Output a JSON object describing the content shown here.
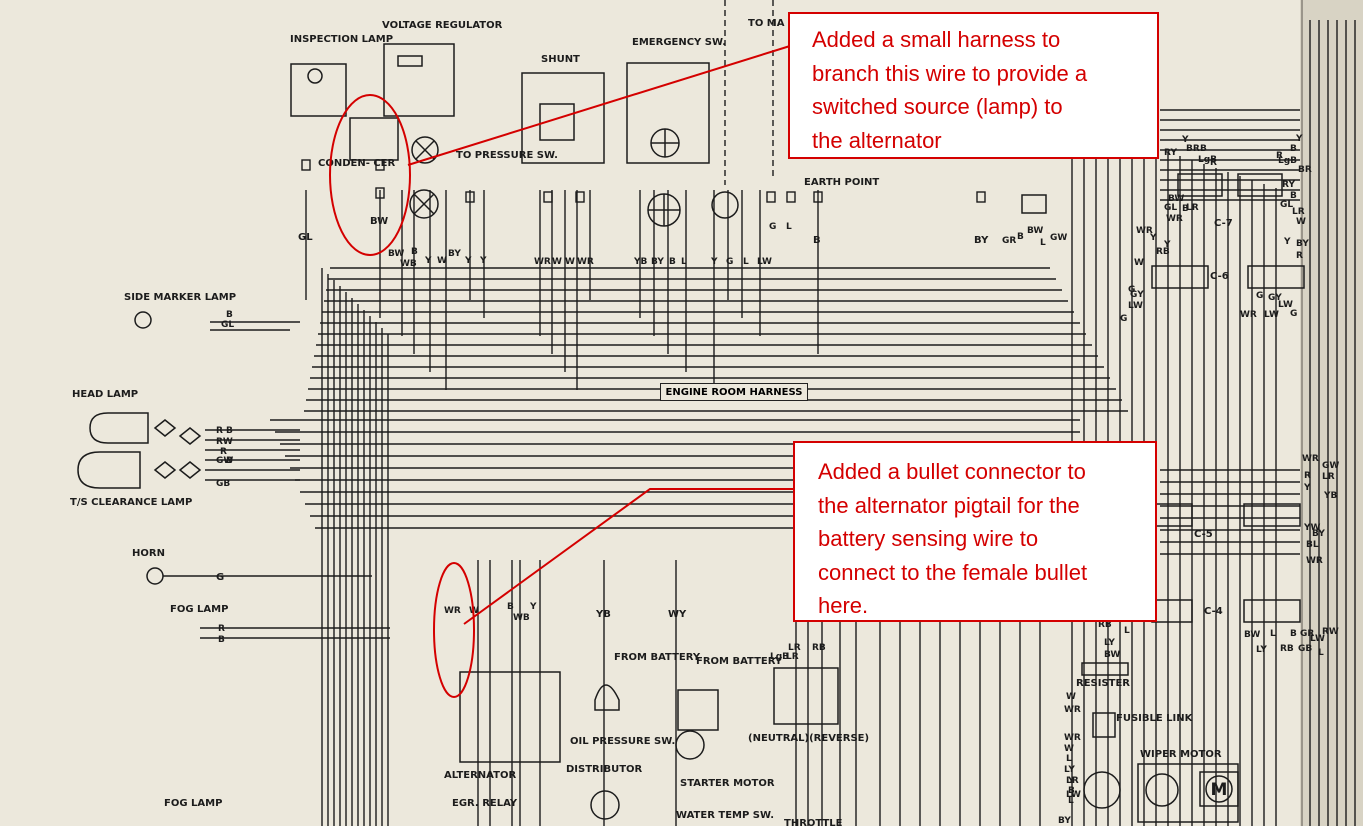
{
  "diagram": {
    "components": {
      "inspection_lamp": "INSPECTION LAMP",
      "voltage_regulator": "VOLTAGE REGULATOR",
      "shunt": "SHUNT",
      "emergency_sw": "EMERGENCY SW.",
      "to_main": "TO MA",
      "to_pressure_sw": "TO PRESSURE SW.",
      "condenser": "CONDEN- CER",
      "earth_point": "EARTH POINT",
      "side_marker_lamp": "SIDE MARKER LAMP",
      "head_lamp": "HEAD LAMP",
      "ts_clearance_lamp": "T/S CLEARANCE LAMP",
      "horn": "HORN",
      "fog_lamp_1": "FOG LAMP",
      "fog_lamp_2": "FOG LAMP",
      "engine_room_harness": "ENGINE ROOM HARNESS",
      "alternator": "ALTERNATOR",
      "egr_relay": "EGR. RELAY",
      "oil_pressure_sw": "OIL PRESSURE SW.",
      "distributor": "DISTRIBUTOR",
      "from_battery_1": "FROM BATTERY",
      "from_battery_2": "FROM BATTERY",
      "starter_motor": "STARTER MOTOR",
      "water_temp_sw": "WATER TEMP SW.",
      "throttle": "THROTTLE",
      "neutral_reverse": "(NEUTRAL)(REVERSE)",
      "resister": "RESISTER",
      "fusible_link": "FUSIBLE LINK",
      "wiper_motor": "WIPER MOTOR",
      "c7": "C-7",
      "c6": "C-6",
      "c5": "C-5",
      "c4": "C-4"
    },
    "wire_codes": {
      "gl": "GL",
      "bw": "BW",
      "top_row": [
        "BW",
        "B",
        "WB",
        "Y",
        "W",
        "BY",
        "Y",
        "Y"
      ],
      "shunt_row": [
        "WR",
        "W",
        "W",
        "WR"
      ],
      "emerg_row": [
        "YB",
        "BY",
        "B",
        "L"
      ],
      "right_row": [
        "Y",
        "G",
        "L",
        "LW"
      ],
      "gl_pair": [
        "G",
        "L"
      ],
      "b_earth": "B",
      "by": "BY",
      "gr_group": [
        "GR",
        "B",
        "BW",
        "L",
        "GW"
      ],
      "side_marker": [
        "B",
        "GL"
      ],
      "head_lamp": [
        "R",
        "B",
        "RW",
        "R",
        "GW",
        "B",
        "GB"
      ],
      "horn": "G",
      "fog": [
        "R",
        "B"
      ],
      "alt_bottom": [
        "WR",
        "W",
        "B",
        "WB",
        "Y"
      ],
      "yb": "YB",
      "wy": "WY",
      "neutral_group": [
        "LR",
        "RB",
        "LgB",
        "LR"
      ],
      "resister_group": [
        "RB",
        "L",
        "LY",
        "BW"
      ],
      "left_stack": [
        "W",
        "WR",
        "WR",
        "W",
        "L",
        "LY",
        "Y",
        "B",
        "L",
        "LR",
        "LW",
        "BY"
      ],
      "c7_left": [
        "RY",
        "BR",
        "B",
        "LgB",
        "R",
        "Y"
      ],
      "c7_right": [
        "Y",
        "B",
        "R",
        "LgB",
        "BR",
        "RY",
        "B",
        "GL",
        "LR",
        "W"
      ],
      "c7_bottom": [
        "BW",
        "B",
        "GL",
        "LR",
        "WR"
      ],
      "c6_left": [
        "WR",
        "Y",
        "RB",
        "Y",
        "W",
        "G",
        "GY",
        "LW",
        "G"
      ],
      "c6_right": [
        "Y",
        "BY",
        "R",
        "G",
        "GY",
        "LW",
        "WR",
        "LW",
        "G"
      ],
      "c5_right": [
        "WR",
        "GW",
        "LR",
        "R",
        "Y",
        "YB",
        "YW",
        "BY",
        "BL",
        "WR"
      ],
      "c4_bottom": [
        "BW",
        "L",
        "B",
        "GR",
        "RW",
        "LW",
        "LY",
        "RB",
        "GB",
        "L"
      ]
    }
  },
  "annotations": [
    {
      "lines": [
        "Added a small harness to",
        "branch this wire to provide a",
        "switched source (lamp) to",
        "the alternator"
      ]
    },
    {
      "lines": [
        "Added a bullet connector to",
        "the alternator pigtail for the",
        "battery sensing wire to",
        "connect to the female bullet",
        "here."
      ]
    }
  ],
  "colors": {
    "paper": "#ece8dc",
    "ink": "#1c1c1c",
    "annotation": "#d40000"
  }
}
